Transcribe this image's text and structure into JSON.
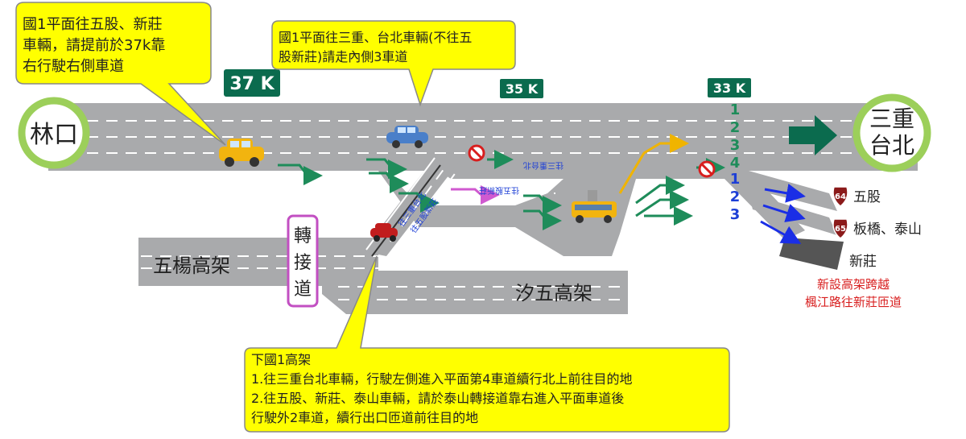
{
  "callouts": {
    "top_left": [
      "國1平面往五股、新莊",
      "車輛，請提前於37k靠",
      "右行駛右側車道"
    ],
    "top_middle": [
      "國1平面往三重、台北車輛(不往五",
      "股新莊)請走內側3車道"
    ],
    "bottom": {
      "title": "下國1高架",
      "lines": [
        "1.往三重台北車輛，行駛左側進入平面第4車道續行北上前往目的地",
        "2.往五股、新莊、泰山車輛，請於泰山轉接道靠右進入平面車道後",
        "行駛外2車道，續行出口匝道前往目的地"
      ]
    }
  },
  "km_markers": {
    "k37": "37 K",
    "k35": "35 K",
    "k33": "33 K"
  },
  "places": {
    "origin": "林口",
    "destination_line1": "三重",
    "destination_line2": "台北",
    "wuyang": "五楊高架",
    "xiwu": "汐五高架",
    "connector": [
      "轉",
      "接",
      "道"
    ]
  },
  "lane_numbers_inner": [
    "1",
    "2",
    "3",
    "4"
  ],
  "lane_numbers_outer": [
    "1",
    "2",
    "3"
  ],
  "exits": {
    "wugu": {
      "shield": "64",
      "label": "五股"
    },
    "banqiao": {
      "shield": "65",
      "label": "板橋、泰山"
    },
    "xinzhuang": {
      "label": "新莊"
    }
  },
  "new_ramp_note": [
    "新設高架跨越",
    "楓江路往新莊匝道"
  ],
  "road_markings": {
    "ramp_left": "往三重台北",
    "ramp_right": "往五股新莊",
    "upper_branch": "往三重台北",
    "middle_branch": "往五股新莊"
  },
  "colors": {
    "road": "#a9aaac",
    "callout_fill": "#ffff00",
    "callout_stroke": "#888888",
    "km_sign": "#0b6b4e",
    "arrow_green": "#1e8c5a",
    "arrow_blue": "#1a2ee6",
    "lane_number_blue": "#1d3fd6",
    "lane_number_green": "#1e8c5a",
    "circle_ring": "#9ccf5a",
    "connector_box": "#c24fc2",
    "note_red": "#d81e1e",
    "shield_red": "#8b1a1a"
  }
}
